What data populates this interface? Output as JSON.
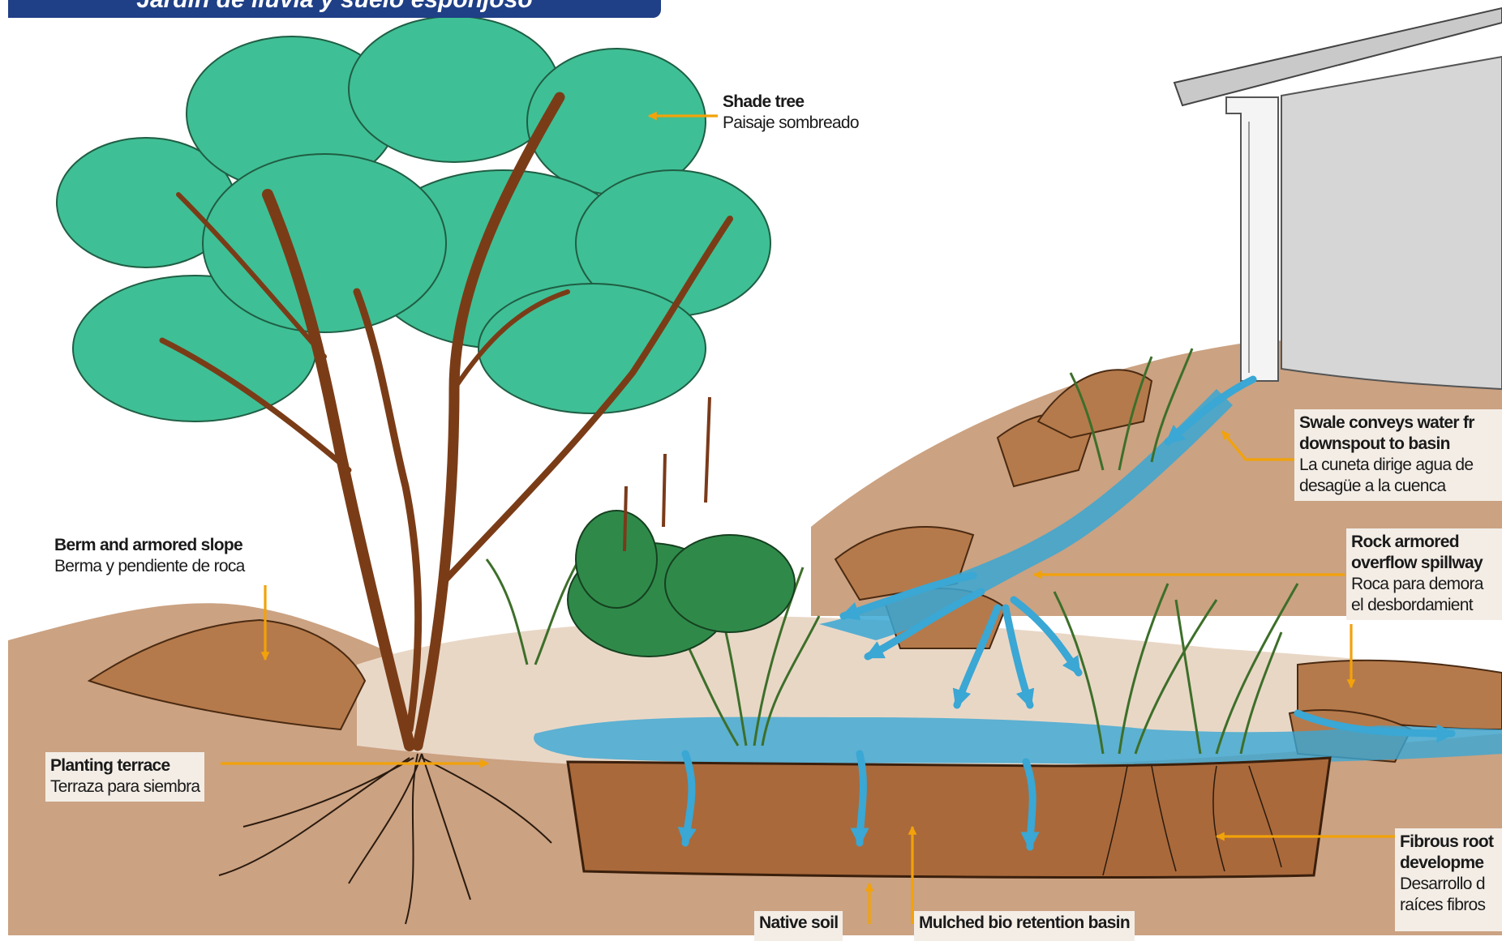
{
  "title": "Jardín de lluvia y suelo esponjoso",
  "labels": {
    "shade_tree": {
      "en": "Shade tree",
      "es": "Paisaje sombreado"
    },
    "berm": {
      "en": "Berm and armored slope",
      "es": "Berma y pendiente de roca"
    },
    "planting_terrace": {
      "en": "Planting terrace",
      "es": "Terraza para siembra"
    },
    "swale": {
      "en1": "Swale conveys water fr",
      "en2": "downspout to basin",
      "es1": "La cuneta dirige agua de",
      "es2": "desagüe a la cuenca"
    },
    "spillway": {
      "en1": "Rock armored",
      "en2": "overflow spillway",
      "es1": "Roca para demora",
      "es2": "el desbordamient"
    },
    "fibrous_roots": {
      "en1": "Fibrous root",
      "en2": "developme",
      "es1": "Desarrollo d",
      "es2": "raíces fibros"
    },
    "native_soil": {
      "en": "Native soil"
    },
    "basin": {
      "en": "Mulched bio retention basin"
    }
  },
  "colors": {
    "banner": "#1f3f86",
    "arrow": "#f2a20a",
    "water": "#3aa7d4",
    "soil": "#cba282",
    "basin_soil": "#a9693b",
    "foliage": "#3fbf95",
    "trunk": "#7a3c17",
    "rock": "#b57a4b",
    "house": "#d6d6d6",
    "label_bg": "#f3ede6"
  }
}
